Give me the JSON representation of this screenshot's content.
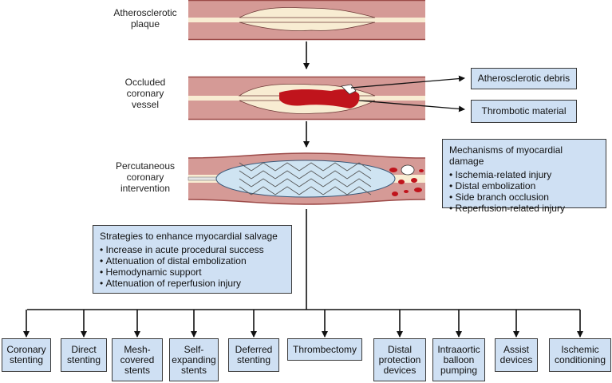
{
  "stages": [
    {
      "label": "Atherosclerotic\nplaque"
    },
    {
      "label": "Occluded\ncoronary\nvessel"
    },
    {
      "label": "Percutaneous\ncoronary\nintervention"
    }
  ],
  "callouts": {
    "debris": "Atherosclerotic debris",
    "thrombus": "Thrombotic material"
  },
  "mechanisms": {
    "title": "Mechanisms of myocardial damage",
    "items": [
      "Ischemia-related injury",
      "Distal embolization",
      "Side branch occlusion",
      "Reperfusion-related injury"
    ]
  },
  "strategies": {
    "title": "Strategies to enhance myocardial salvage",
    "items": [
      "Increase in acute procedural success",
      "Attenuation of distal embolization",
      "Hemodynamic support",
      "Attenuation of reperfusion injury"
    ]
  },
  "options": [
    "Coronary\nstenting",
    "Direct\nstenting",
    "Mesh-\ncovered\nstents",
    "Self-\nexpanding\nstents",
    "Deferred\nstenting",
    "Thrombectomy",
    "Distal\nprotection\ndevices",
    "Intraaortic\nballoon\npumping",
    "Assist\ndevices",
    "Ischemic\nconditioning"
  ],
  "colors": {
    "vessel_wall": "#d59a96",
    "vessel_edge": "#9c4a48",
    "plaque": "#f8ecd2",
    "thrombus": "#c0141c",
    "box_fill": "#cfe0f3",
    "balloon": "#cfe4f2"
  }
}
